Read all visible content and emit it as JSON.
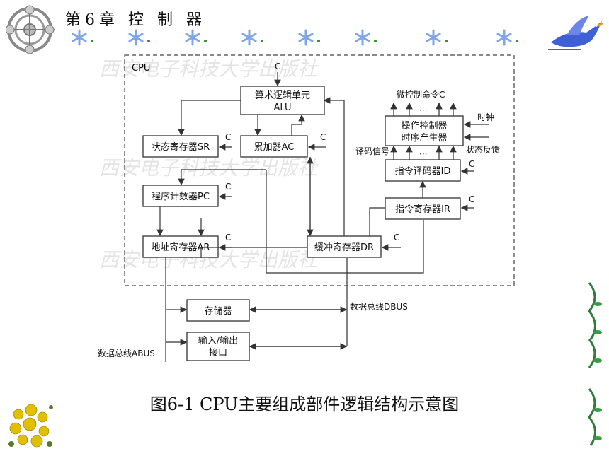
{
  "header": {
    "chapter_title": "第6章 控 制 器"
  },
  "diagram": {
    "cpu_label": "CPU",
    "clock_c": "C",
    "alu_line1": "算术逻辑单元",
    "alu_line2": "ALU",
    "sr": "状态寄存器SR",
    "ac": "累加器AC",
    "pc": "程序计数器PC",
    "ar": "地址寄存器AR",
    "dr": "缓冲寄存器DR",
    "ir": "指令寄存器IR",
    "id": "指令译码器ID",
    "ctrl_line1": "操作控制器",
    "ctrl_line2": "时序产生器",
    "micro_cmd": "微控制命令C",
    "dots": "···",
    "clock_label": "时钟",
    "status_feedback": "状态反馈",
    "decode_signal": "译码信号",
    "memory": "存储器",
    "io_line1": "输入/输出",
    "io_line2": "接口",
    "dbus": "数据总线DBUS",
    "abus": "数据总线ABUS",
    "watermark": "西安电子科技大学出版社"
  },
  "caption": "图6-1  CPU主要组成部件逻辑结构示意图",
  "colors": {
    "line": "#333333",
    "snow": "#7fa6e8",
    "bird": "#3f5fd6",
    "vine": "#2f7d3a",
    "flower": "#d6b400",
    "watermark": "#e6e6e6"
  }
}
